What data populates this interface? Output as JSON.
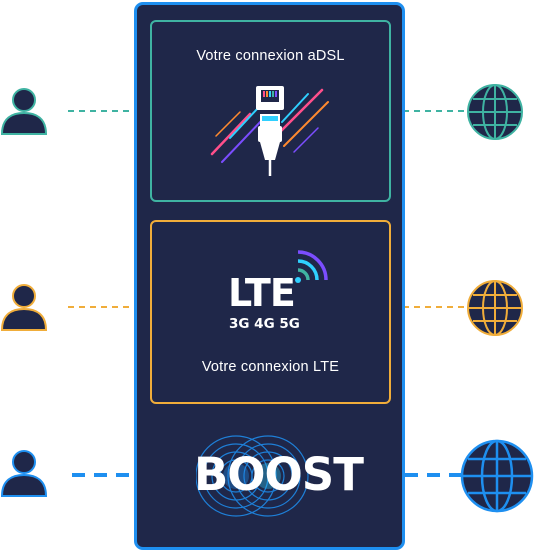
{
  "connections": {
    "adsl": {
      "title": "Votre connexion aDSL",
      "color": "#3fb3a2"
    },
    "lte": {
      "title": "Votre connexion LTE",
      "logo_text": "LTE",
      "bands": "3G 4G 5G",
      "color": "#f0ad3a"
    },
    "boost": {
      "logo_text": "BOOST",
      "color": "#1e8ff0"
    }
  },
  "panel": {
    "background": "#1f2749",
    "border_color": "#1e8ff0"
  },
  "icons": {
    "user": "user-icon",
    "globe": "globe-icon",
    "plug": "ethernet-plug-icon",
    "signal": "wifi-signal-icon",
    "rings": "boost-rings-icon"
  }
}
